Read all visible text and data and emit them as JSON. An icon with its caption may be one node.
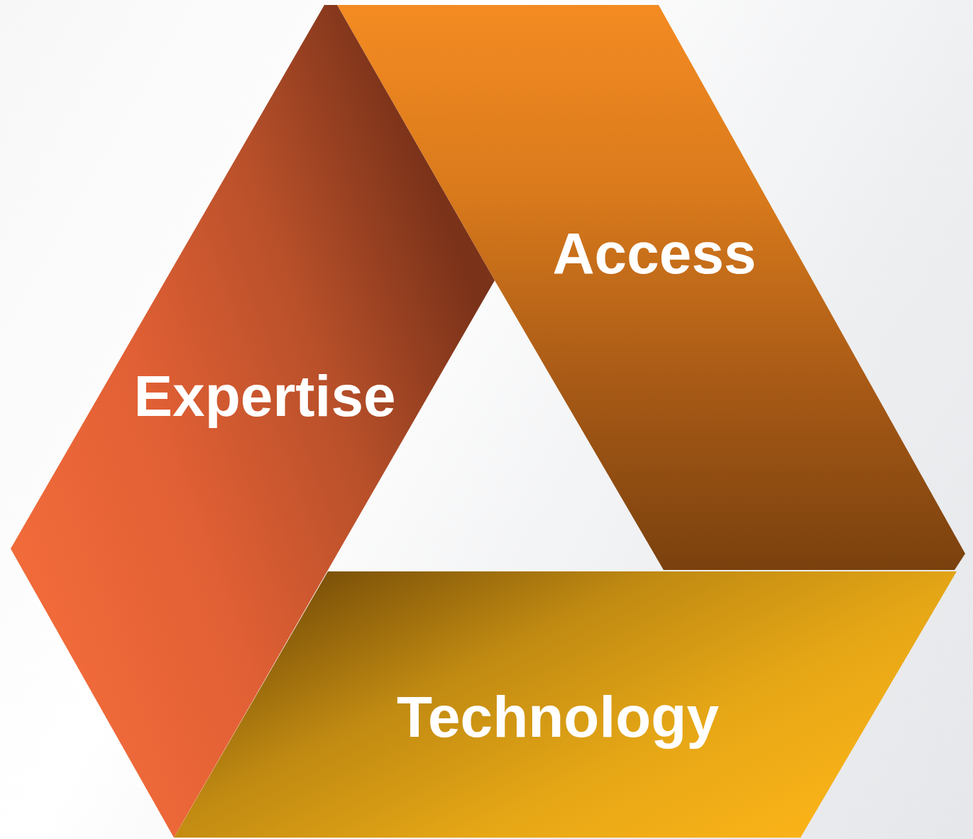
{
  "diagram": {
    "nodes": [
      {
        "text": [
          "Access"
        ]
      },
      {
        "text": [
          "Expertise"
        ]
      },
      {
        "text": [
          "Technology"
        ]
      }
    ]
  }
}
